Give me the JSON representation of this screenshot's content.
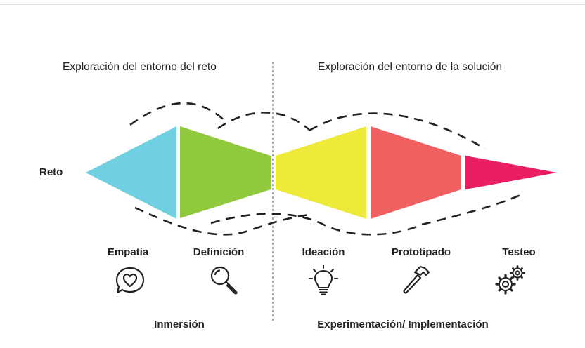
{
  "headers": {
    "left": "Exploración del entorno del reto",
    "right": "Exploración del entorno de la solución"
  },
  "start_label": "Reto",
  "stages": [
    {
      "id": "empatia",
      "label": "Empatía",
      "color": "#70CFE0",
      "icon": "heart-bubble-icon"
    },
    {
      "id": "definicion",
      "label": "Definición",
      "color": "#90C83E",
      "icon": "magnifier-icon"
    },
    {
      "id": "ideacion",
      "label": "Ideación",
      "color": "#EDEA3A",
      "icon": "lightbulb-icon"
    },
    {
      "id": "prototipado",
      "label": "Prototipado",
      "color": "#F06060",
      "icon": "hammer-icon"
    },
    {
      "id": "testeo",
      "label": "Testeo",
      "color": "#EA1E63",
      "icon": "gears-icon"
    }
  ],
  "phases": {
    "left": "Inmersión",
    "right": "Experimentación/ Implementación"
  }
}
